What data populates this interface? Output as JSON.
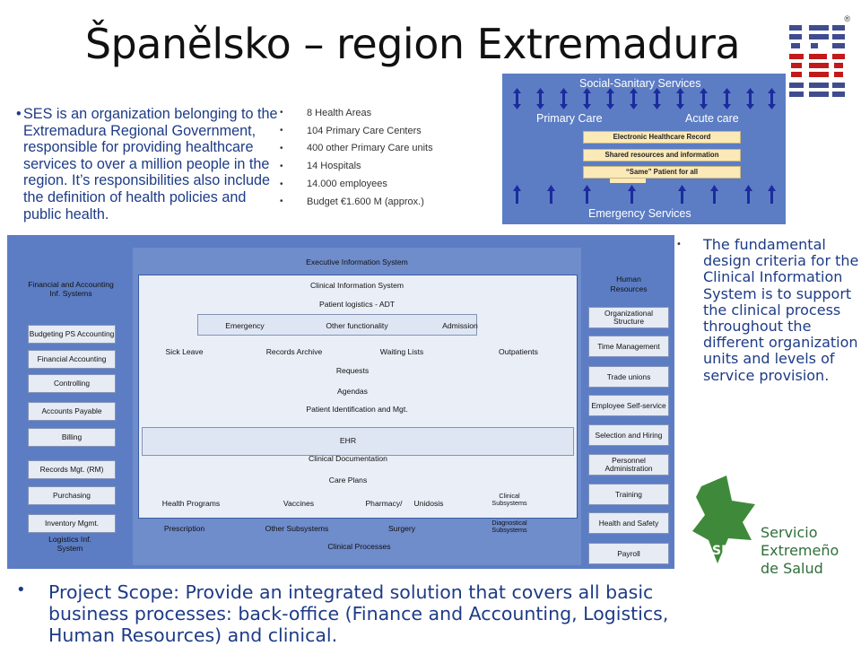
{
  "title": "Španělsko – region Extremadura",
  "intro": {
    "text": "SES is an organization belonging to the Extremadura Regional Government, responsible for providing healthcare services to over a million people in the region. It’s responsibilities also include the definition of health policies and public health."
  },
  "facts": [
    "8 Health Areas",
    "104 Primary Care Centers",
    "400 other Primary Care units",
    "14 Hospitals",
    "14.000 employees",
    "Budget €1.600 M (approx.)"
  ],
  "social_sanitary": {
    "title": "Social-Sanitary Services",
    "primary": "Primary Care",
    "acute": "Acute care",
    "record": "Electronic Healthcare Record",
    "shared": "Shared resources and information",
    "patient": "“Same” Patient for all",
    "emergency": "Emergency Services"
  },
  "diagram": {
    "exec": "Executive Information System",
    "clinical_is": "Clinical Information System",
    "patient_logistics": "Patient logistics - ADT",
    "emergency": "Emergency",
    "other_functionality": "Other functionality",
    "admission": "Admission",
    "sick_leave": "Sick Leave",
    "records_archive": "Records Archive",
    "waiting_lists": "Waiting Lists",
    "outpatients": "Outpatients",
    "requests": "Requests",
    "agendas": "Agendas",
    "patient_id": "Patient Identification and Mgt.",
    "ehr": "EHR",
    "clinical_doc": "Clinical Documentation",
    "care_plans": "Care Plans",
    "health_programs": "Health Programs",
    "vaccines": "Vaccines",
    "pharmacy": "Pharmacy/",
    "unidosis": "Unidosis",
    "clinical_subsystems": "Clinical Subsystems",
    "prescription": "Prescription",
    "other_subsystems": "Other Subsystems",
    "surgery": "Surgery",
    "diagnostical_subsystems": "Diagnostical Subsystems",
    "clinical_processes": "Clinical Processes",
    "left": {
      "header": "Financial and Accounting Inf. Systems",
      "items": [
        "Budgeting PS Accounting",
        "Financial Accounting",
        "Controlling",
        "Accounts Payable",
        "Billing",
        "Records Mgt. (RM)"
      ],
      "purchasing": "Purchasing",
      "inventory": "Inventory Mgmt.",
      "logistics": "Logistics Inf. System"
    },
    "right": {
      "header": "Human Resources",
      "items": [
        "Organizational Structure",
        "Time Management",
        "Trade unions",
        "Employee Self-service",
        "Selection and Hiring",
        "Personnel Administration",
        "Training",
        "Health and Safety",
        "Payroll"
      ]
    }
  },
  "right_note": "The fundamental design criteria for the Clinical Information System is to support the clinical process throughout the different organization units and levels of service provision.",
  "ses_logo": {
    "acronym": "SES",
    "line1": "Servicio",
    "line2": "Extremeño",
    "line3": "de Salud"
  },
  "bottom": "Project Scope: Provide an integrated solution that covers all basic business processes: back-office (Finance and Accounting, Logistics, Human Resources) and clinical.",
  "colors": {
    "panel_blue": "#5c7dc4",
    "text_blue": "#1d3b86",
    "ses_green": "#2f6f3a",
    "ibm_blue": "#3f4d8f",
    "ibm_red": "#c21a1a"
  }
}
